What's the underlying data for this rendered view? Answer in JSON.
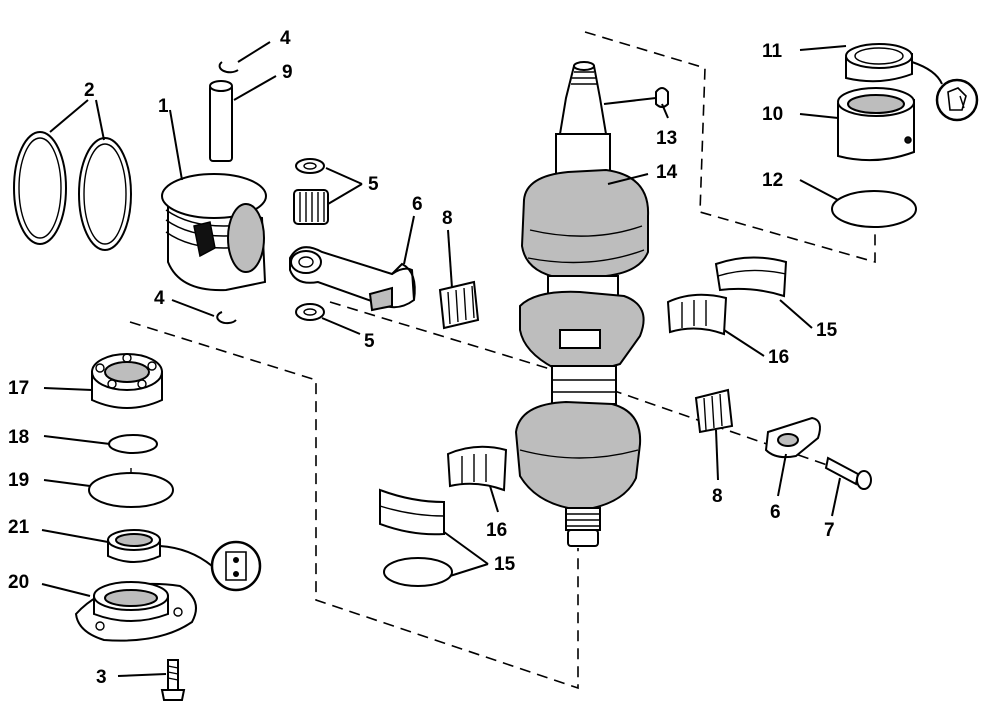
{
  "callouts": [
    {
      "id": "c1",
      "label": "1"
    },
    {
      "id": "c2",
      "label": "2"
    },
    {
      "id": "c3",
      "label": "3"
    },
    {
      "id": "c4a",
      "label": "4"
    },
    {
      "id": "c4b",
      "label": "4"
    },
    {
      "id": "c5a",
      "label": "5"
    },
    {
      "id": "c5b",
      "label": "5"
    },
    {
      "id": "c6a",
      "label": "6"
    },
    {
      "id": "c6b",
      "label": "6"
    },
    {
      "id": "c7",
      "label": "7"
    },
    {
      "id": "c8a",
      "label": "8"
    },
    {
      "id": "c8b",
      "label": "8"
    },
    {
      "id": "c9",
      "label": "9"
    },
    {
      "id": "c10",
      "label": "10"
    },
    {
      "id": "c11",
      "label": "11"
    },
    {
      "id": "c12",
      "label": "12"
    },
    {
      "id": "c13",
      "label": "13"
    },
    {
      "id": "c14",
      "label": "14"
    },
    {
      "id": "c15a",
      "label": "15"
    },
    {
      "id": "c15b",
      "label": "15"
    },
    {
      "id": "c16a",
      "label": "16"
    },
    {
      "id": "c16b",
      "label": "16"
    },
    {
      "id": "c17",
      "label": "17"
    },
    {
      "id": "c18",
      "label": "18"
    },
    {
      "id": "c19",
      "label": "19"
    },
    {
      "id": "c20",
      "label": "20"
    },
    {
      "id": "c21",
      "label": "21"
    }
  ],
  "icons": [
    "grease-symbol-icon",
    "sealant-symbol-icon"
  ],
  "colors": {
    "ink": "#000000",
    "paper": "#ffffff",
    "shade": "#bdbdbd"
  }
}
